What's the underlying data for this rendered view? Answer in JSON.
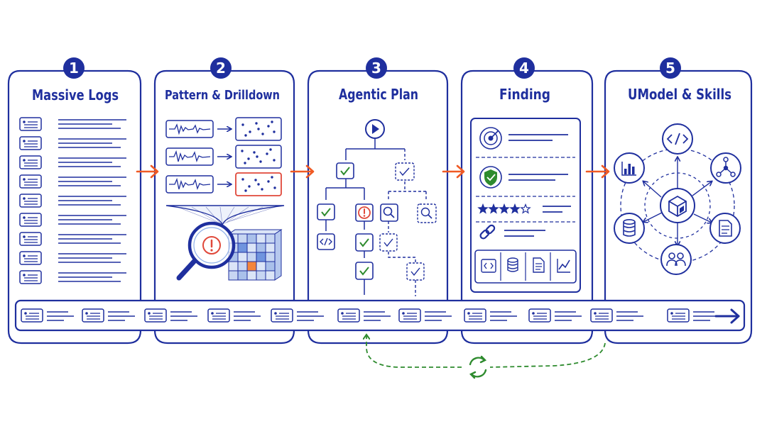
{
  "colors": {
    "ink": "#1f2f9e",
    "accent": "#f05a24",
    "alert": "#e0483a",
    "success": "#2e8b2e",
    "highlight": "#f4853a",
    "grid_fill": "#c7d6f2"
  },
  "steps": [
    {
      "number": "1",
      "title": "Massive Logs"
    },
    {
      "number": "2",
      "title": "Pattern & Drilldown"
    },
    {
      "number": "3",
      "title": "Agentic Plan"
    },
    {
      "number": "4",
      "title": "Finding"
    },
    {
      "number": "5",
      "title": "UModel & Skills"
    }
  ],
  "finding": {
    "rating_stars": 4,
    "rating_max": 5
  },
  "icons": {
    "umodel_hub": [
      "code-icon",
      "graph-icon",
      "document-icon",
      "people-icon",
      "database-icon",
      "bar-chart-icon",
      "cube-icon"
    ],
    "finding_toolbar": [
      "code-icon",
      "database-icon",
      "document-icon",
      "line-chart-icon"
    ]
  }
}
